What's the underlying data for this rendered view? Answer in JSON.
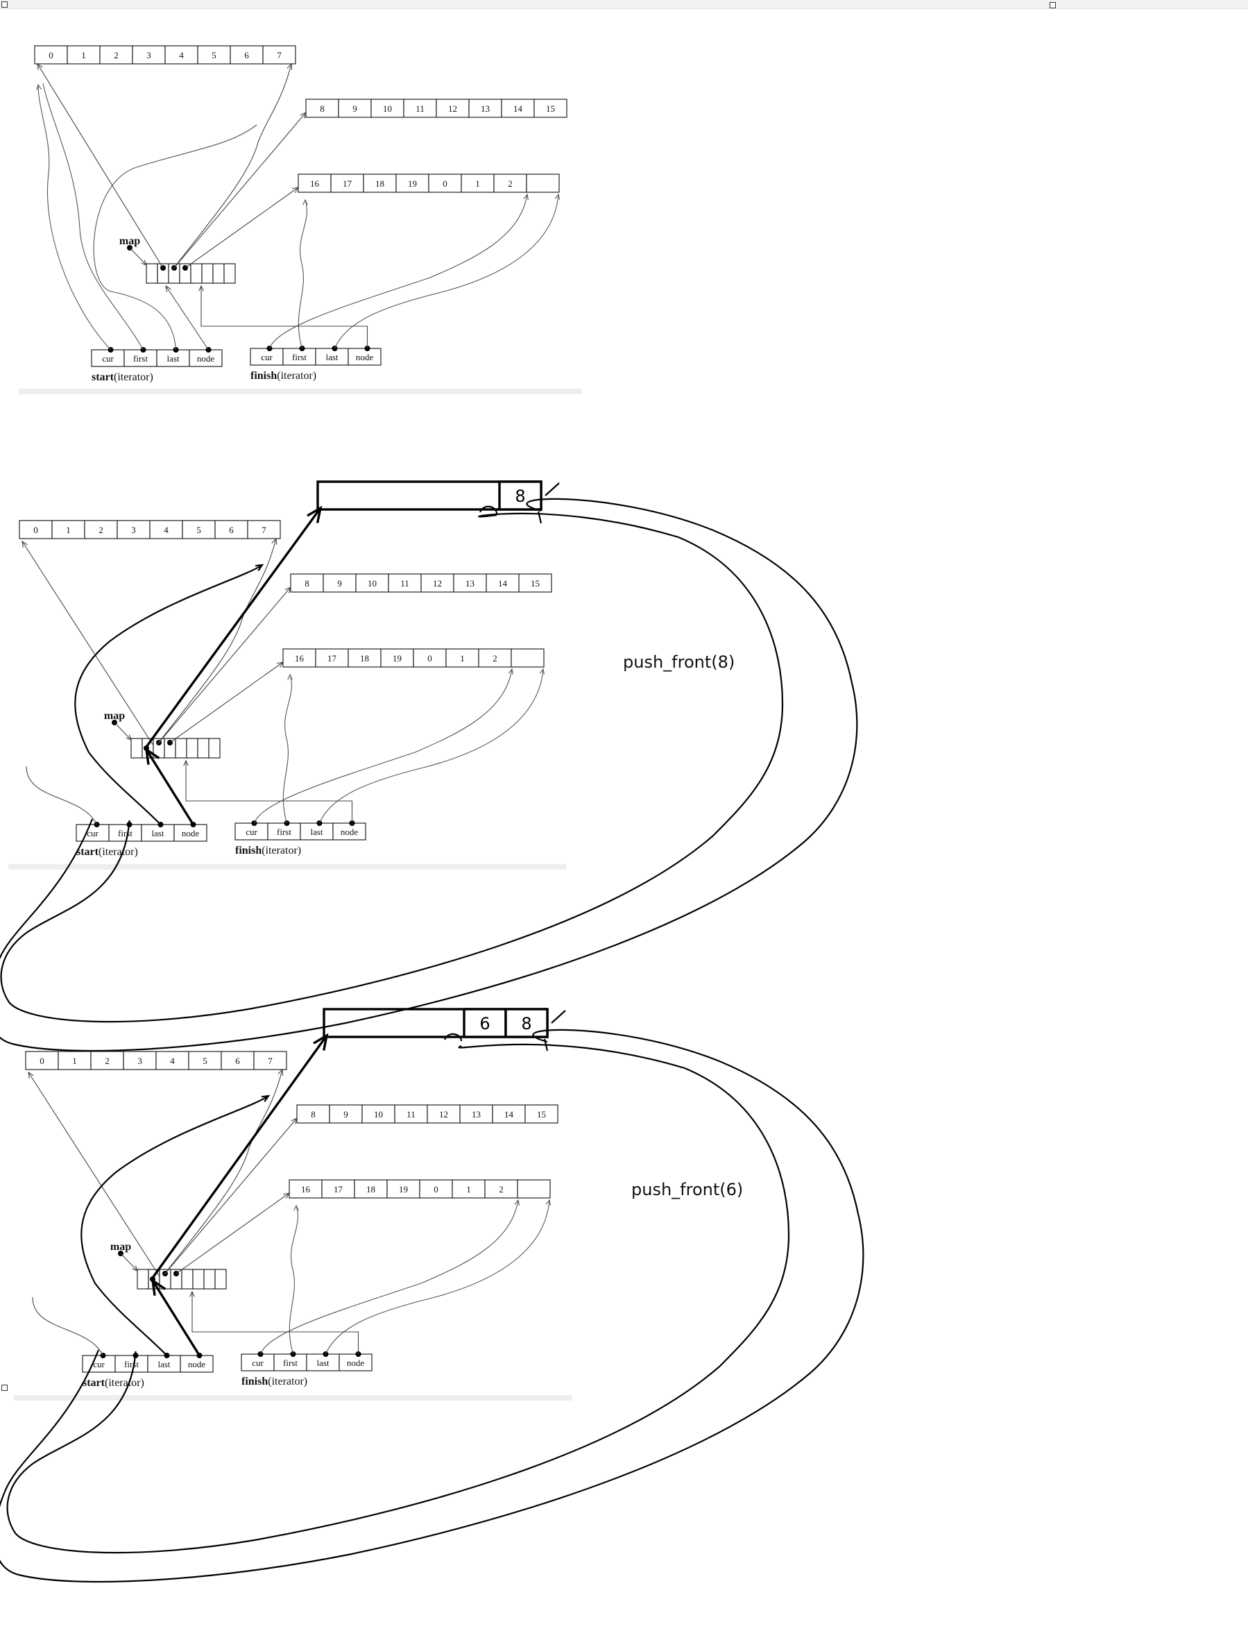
{
  "block0_labels": [
    "0",
    "1",
    "2",
    "3",
    "4",
    "5",
    "6",
    "7"
  ],
  "block1_labels": [
    "8",
    "9",
    "10",
    "11",
    "12",
    "13",
    "14",
    "15"
  ],
  "block2_labels": [
    "16",
    "17",
    "18",
    "19",
    "0",
    "1",
    "2",
    ""
  ],
  "iterator_fields": [
    "cur",
    "first",
    "last",
    "node"
  ],
  "map_label": "map",
  "start_label": {
    "bold": "start",
    "rest": "(iterator)"
  },
  "finish_label": {
    "bold": "finish",
    "rest": "(iterator)"
  },
  "panels": [
    {
      "operation": "",
      "new_block_values": []
    },
    {
      "operation": "push_front(8)",
      "new_block_values": [
        "8"
      ]
    },
    {
      "operation": "push_front(6)",
      "new_block_values": [
        "6",
        "8"
      ]
    }
  ],
  "colors": {
    "ink": "#000000",
    "grid": "#222222",
    "shaded_cell": "#b0b0b0"
  }
}
